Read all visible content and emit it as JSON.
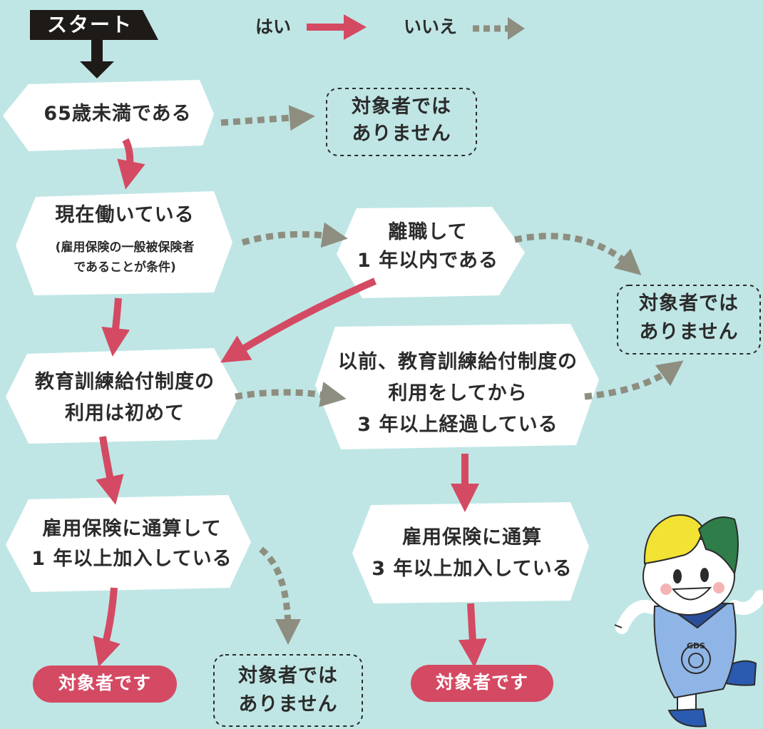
{
  "start_label": "スタート",
  "legend": {
    "yes_label": "はい",
    "no_label": "いいえ"
  },
  "nodes": {
    "under65": "65歳未満である",
    "working": "現在働いている",
    "working_note_1": "(雇用保険の一般被保険者",
    "working_note_2": "であることが条件)",
    "left_job_1": "離職して",
    "left_job_2": "1 年以内である",
    "first_use_1": "教育訓練給付制度の",
    "first_use_2": "利用は初めて",
    "prev_use_1": "以前、教育訓練給付制度の",
    "prev_use_2": "利用をしてから",
    "prev_use_3": "3 年以上経過している",
    "ins1_1": "雇用保険に通算して",
    "ins1_2": "1 年以上加入している",
    "ins3_1": "雇用保険に通算",
    "ins3_2": "3 年以上加入している"
  },
  "not_eligible_1": "対象者では",
  "not_eligible_2": "ありません",
  "eligible": "対象者です",
  "mascot_badge": "GDS",
  "colors": {
    "background": "#bfe6e5",
    "yes_arrow": "#d44a63",
    "no_arrow": "#8e8e80",
    "start_box": "#1e1a17",
    "eligible_badge": "#d44a63",
    "node_fill": "#ffffff"
  }
}
